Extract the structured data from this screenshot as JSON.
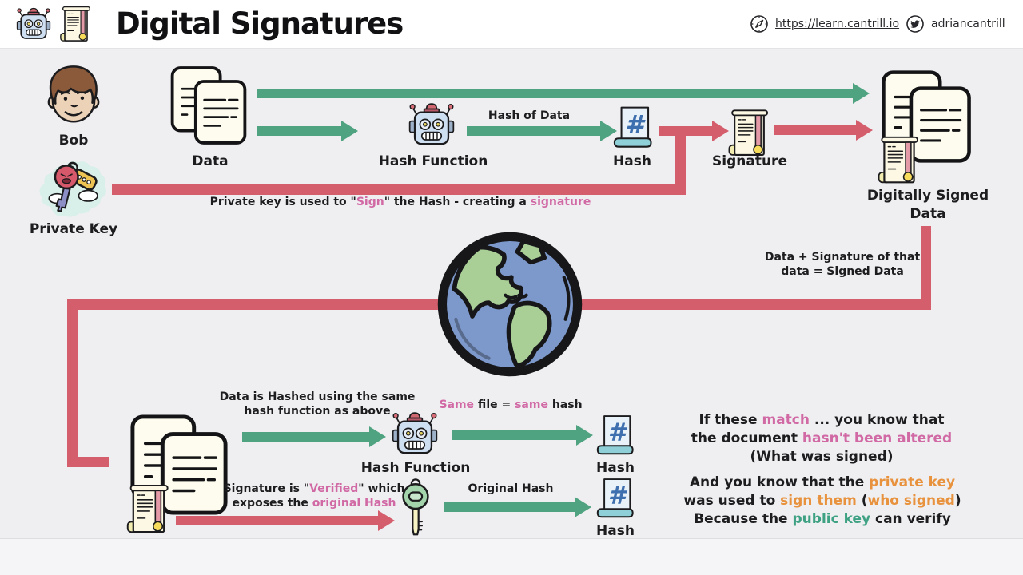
{
  "header": {
    "title": "Digital Signatures",
    "site_url": "https://learn.cantrill.io",
    "twitter_handle": "adriancantrill"
  },
  "colors": {
    "green_arrow": "#4fa380",
    "red_arrow": "#d55e6d",
    "pink_text": "#d169a5",
    "orange_text": "#e8923d",
    "teal_text": "#3fa183"
  },
  "icons": {
    "header": [
      "robot-icon",
      "certificate-icon",
      "compass-icon",
      "twitter-icon"
    ],
    "diagram": [
      "person-icon",
      "documents-icon",
      "private-key-icon",
      "robot-icon",
      "hash-icon",
      "certificate-icon",
      "globe-icon",
      "public-key-icon"
    ]
  },
  "top_flow": {
    "bob_label": "Bob",
    "private_key_label": "Private Key",
    "data_label": "Data",
    "hash_function_label": "Hash Function",
    "hash_of_data_label": "Hash of Data",
    "hash_label": "Hash",
    "signature_label": "Signature",
    "signed_data_label_line1": "Digitally Signed",
    "signed_data_label_line2": "Data",
    "sign_note": [
      {
        "t": "Private key is used to \""
      },
      {
        "t": "Sign",
        "c": "pink"
      },
      {
        "t": "\" the Hash  - creating a "
      },
      {
        "t": "signature",
        "c": "pink"
      }
    ],
    "transit_note_line1": "Data + Signature of that",
    "transit_note_line2": "data = Signed Data"
  },
  "bottom_flow": {
    "hash_note_line1": "Data is Hashed using the same",
    "hash_note_line2": "hash function as above",
    "hash_function_label": "Hash Function",
    "same_hash_note": [
      {
        "t": "Same",
        "c": "pink"
      },
      {
        "t": " file = "
      },
      {
        "t": "same",
        "c": "pink"
      },
      {
        "t": " hash"
      }
    ],
    "hash_label_top": "Hash",
    "verify_note_line1": [
      {
        "t": "Signature is \""
      },
      {
        "t": "Verified",
        "c": "pink"
      },
      {
        "t": "\" which"
      }
    ],
    "verify_note_line2": [
      {
        "t": "exposes the "
      },
      {
        "t": "original Hash",
        "c": "pink"
      }
    ],
    "original_hash_label": "Original Hash",
    "hash_label_bottom": "Hash"
  },
  "conclusions": {
    "match_line1": [
      {
        "t": "If these "
      },
      {
        "t": "match",
        "c": "pink"
      },
      {
        "t": " ... you know that"
      }
    ],
    "match_line2": [
      {
        "t": "the document "
      },
      {
        "t": "hasn't been altered",
        "c": "pink"
      }
    ],
    "match_line3": [
      {
        "t": "(What was signed)"
      }
    ],
    "keys_line1": [
      {
        "t": "And you know that the "
      },
      {
        "t": "private key",
        "c": "orange"
      }
    ],
    "keys_line2": [
      {
        "t": "was used to "
      },
      {
        "t": "sign them",
        "c": "orange"
      },
      {
        "t": " ("
      },
      {
        "t": "who signed",
        "c": "orange"
      },
      {
        "t": ")"
      }
    ],
    "keys_line3": [
      {
        "t": "Because the "
      },
      {
        "t": "public key",
        "c": "teal"
      },
      {
        "t": " can verify"
      }
    ]
  }
}
